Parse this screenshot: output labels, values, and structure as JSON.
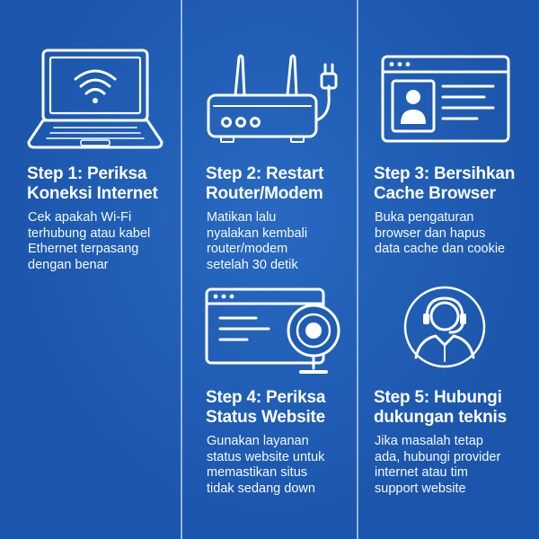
{
  "steps": [
    {
      "title": "Step 1: Periksa Koneksi Internet",
      "title_lines": [
        "Step 1: Periksa",
        "Koneksi Internet"
      ],
      "desc_lines": [
        "Cek apakah Wi-Fi",
        "terhubung atau kabel",
        "Ethernet terpasang",
        "dengan benar"
      ],
      "icon": "laptop-wifi-icon"
    },
    {
      "title": "Step 2: Restart Router/Modem",
      "title_lines": [
        "Step 2: Restart",
        "Router/Modem"
      ],
      "desc_lines": [
        "Matikan lalu",
        "nyalakan kembali",
        "router/modem",
        "setelah 30 detik"
      ],
      "icon": "router-icon"
    },
    {
      "title": "Step 3: Bersihkan Cache Browser",
      "title_lines": [
        "Step 3: Bersihkan",
        "Cache Browser"
      ],
      "desc_lines": [
        "Buka pengaturan",
        "browser dan hapus",
        "data cache dan cookie"
      ],
      "icon": "browser-profile-icon"
    },
    {
      "title": "Step 4: Periksa Status Website",
      "title_lines": [
        "Step 4: Periksa",
        "Status Website"
      ],
      "desc_lines": [
        "Gunakan layanan",
        "status website untuk",
        "memastikan situs",
        "tidak sedang down"
      ],
      "icon": "website-status-icon"
    },
    {
      "title": "Step 5: Hubungi dukungan teknis",
      "title_lines": [
        "Step 5: Hubungi",
        "dukungan teknis"
      ],
      "desc_lines": [
        "Jika masalah tetap",
        "ada, hubungi provider",
        "internet atau tim",
        "support website"
      ],
      "icon": "support-agent-icon"
    }
  ],
  "colors": {
    "background": "#1e5cb3",
    "foreground": "#ffffff"
  }
}
